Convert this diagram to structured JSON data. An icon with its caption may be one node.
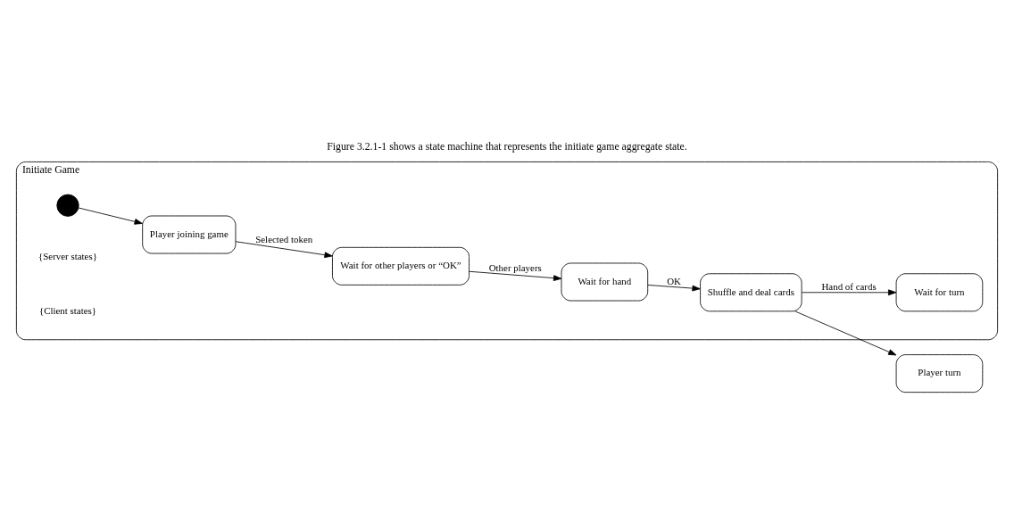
{
  "diagram": {
    "title": "Figure 3.2.1-1 shows a state machine that represents the initiate game aggregate state.",
    "nodes": [
      {
        "text": [
          "Initiate Game"
        ]
      },
      {
        "text": [
          "Wait for other players or “OK”"
        ],
        "in": 0
      },
      {
        "text": [
          "Shuffle and deal cards"
        ],
        "in": 0
      },
      {
        "text": [
          "Player joining game"
        ],
        "in": 0
      },
      {
        "text": [
          "Wait for hand"
        ],
        "in": 0
      },
      {
        "text": [
          "Wait for turn"
        ],
        "in": 0
      },
      {
        "text": [],
        "shape": "circle",
        "in": 0
      },
      {
        "text": [
          "Player turn"
        ]
      }
    ],
    "edges": [
      {
        "from": 6,
        "to": 3,
        "arrow": "to"
      },
      {
        "from": 3,
        "to": 1,
        "arrow": "to",
        "label": "Selected token"
      },
      {
        "from": 1,
        "to": 4,
        "arrow": "to",
        "label": "Other players"
      },
      {
        "from": 4,
        "to": 2,
        "arrow": "to",
        "label": "OK"
      },
      {
        "from": 2,
        "to": 5,
        "arrow": "to",
        "label": "Hand of cards"
      },
      {
        "from": 2,
        "to": 7,
        "arrow": "to"
      }
    ],
    "labels": [
      "{Server states}",
      "{Client states}"
    ]
  }
}
